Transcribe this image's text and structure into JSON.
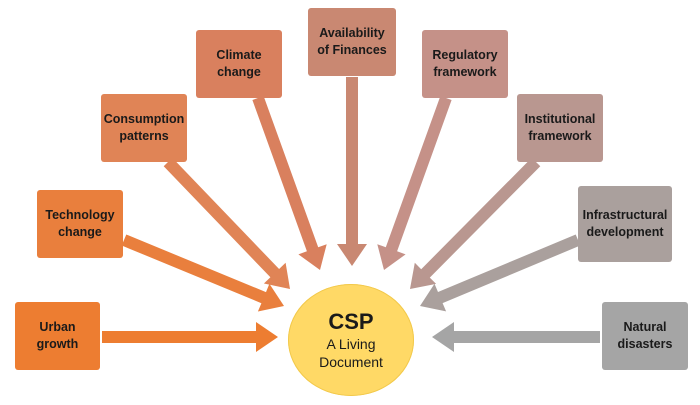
{
  "center": {
    "title": "CSP",
    "subtitle": "A Living\nDocument",
    "color": "#ffd966"
  },
  "factors": [
    {
      "label": "Urban\ngrowth",
      "color": "#ed7d31"
    },
    {
      "label": "Technology\nchange",
      "color": "#e97f3d"
    },
    {
      "label": "Consumption\npatterns",
      "color": "#e08456"
    },
    {
      "label": "Climate\nchange",
      "color": "#d9805e"
    },
    {
      "label": "Availability\nof Finances",
      "color": "#c98872"
    },
    {
      "label": "Regulatory\nframework",
      "color": "#c59188"
    },
    {
      "label": "Institutional\nframework",
      "color": "#b99790"
    },
    {
      "label": "Infrastructural\ndevelopment",
      "color": "#aaa09d"
    },
    {
      "label": "Natural\ndisasters",
      "color": "#a5a5a5"
    }
  ]
}
